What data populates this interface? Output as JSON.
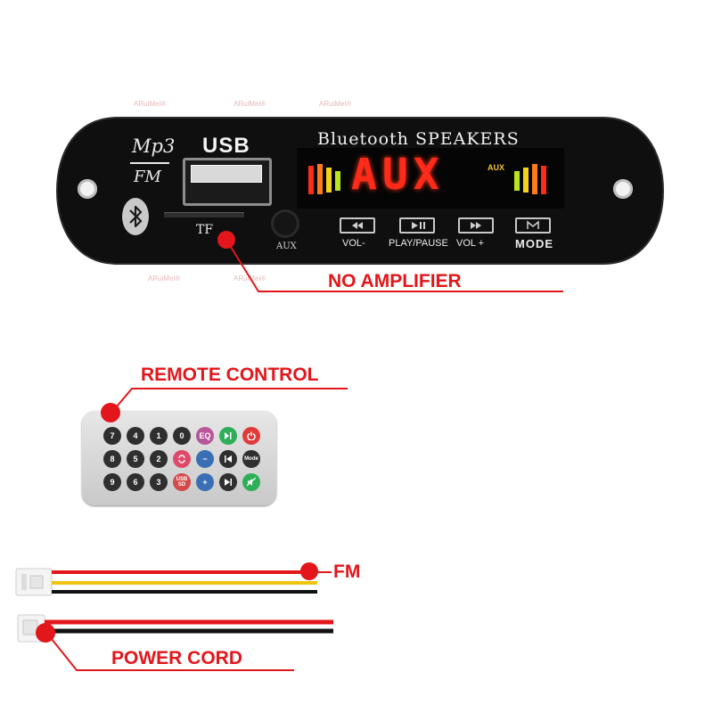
{
  "watermark": "ARuiMei®",
  "board": {
    "logo_top": "Mp3",
    "logo_bottom": "FM",
    "usb_label": "USB",
    "tf_label": "TF",
    "aux_label": "AUX",
    "title": "Bluetooth SPEAKERS",
    "display_text": "AUX",
    "display_indicator": "AUX",
    "buttons": [
      {
        "label": "VOL-"
      },
      {
        "label": "PLAY/PAUSE"
      },
      {
        "label": "VOL +"
      },
      {
        "label": "MODE"
      }
    ],
    "colors": {
      "board": "#0e0e0e",
      "display": "#ff2a1a"
    }
  },
  "callouts": {
    "no_amplifier": "NO AMPLIFIER",
    "remote_control": "REMOTE CONTROL",
    "fm": "FM",
    "power_cord": "POWER CORD",
    "color": "#e3161b"
  },
  "remote": {
    "keys": [
      {
        "label": "7",
        "color": "#2f2f2f"
      },
      {
        "label": "4",
        "color": "#2f2f2f"
      },
      {
        "label": "1",
        "color": "#2f2f2f"
      },
      {
        "label": "0",
        "color": "#2f2f2f"
      },
      {
        "label": "EQ",
        "color": "#b8569b"
      },
      {
        "label": "",
        "icon": "play-pause-icon",
        "color": "#2fae5a"
      },
      {
        "label": "",
        "icon": "power-icon",
        "color": "#e03a3a"
      },
      {
        "label": "8",
        "color": "#2f2f2f"
      },
      {
        "label": "5",
        "color": "#2f2f2f"
      },
      {
        "label": "2",
        "color": "#2f2f2f"
      },
      {
        "label": "",
        "icon": "repeat-icon",
        "color": "#e04a6a"
      },
      {
        "label": "−",
        "color": "#3a6fb5"
      },
      {
        "label": "",
        "icon": "previous-icon",
        "color": "#2f2f2f"
      },
      {
        "label": "Mode",
        "color": "#2f2f2f"
      },
      {
        "label": "9",
        "color": "#2f2f2f"
      },
      {
        "label": "6",
        "color": "#2f2f2f"
      },
      {
        "label": "3",
        "color": "#2f2f2f"
      },
      {
        "label": "USB SD",
        "color": "#d24a4a"
      },
      {
        "label": "+",
        "color": "#3a6fb5"
      },
      {
        "label": "",
        "icon": "next-icon",
        "color": "#2f2f2f"
      },
      {
        "label": "",
        "icon": "mute-icon",
        "color": "#2fae5a"
      }
    ]
  },
  "wires": {
    "fm_colors": [
      "#e3161b",
      "#f1c40f",
      "#111111"
    ],
    "power_colors": [
      "#e3161b",
      "#111111"
    ]
  }
}
